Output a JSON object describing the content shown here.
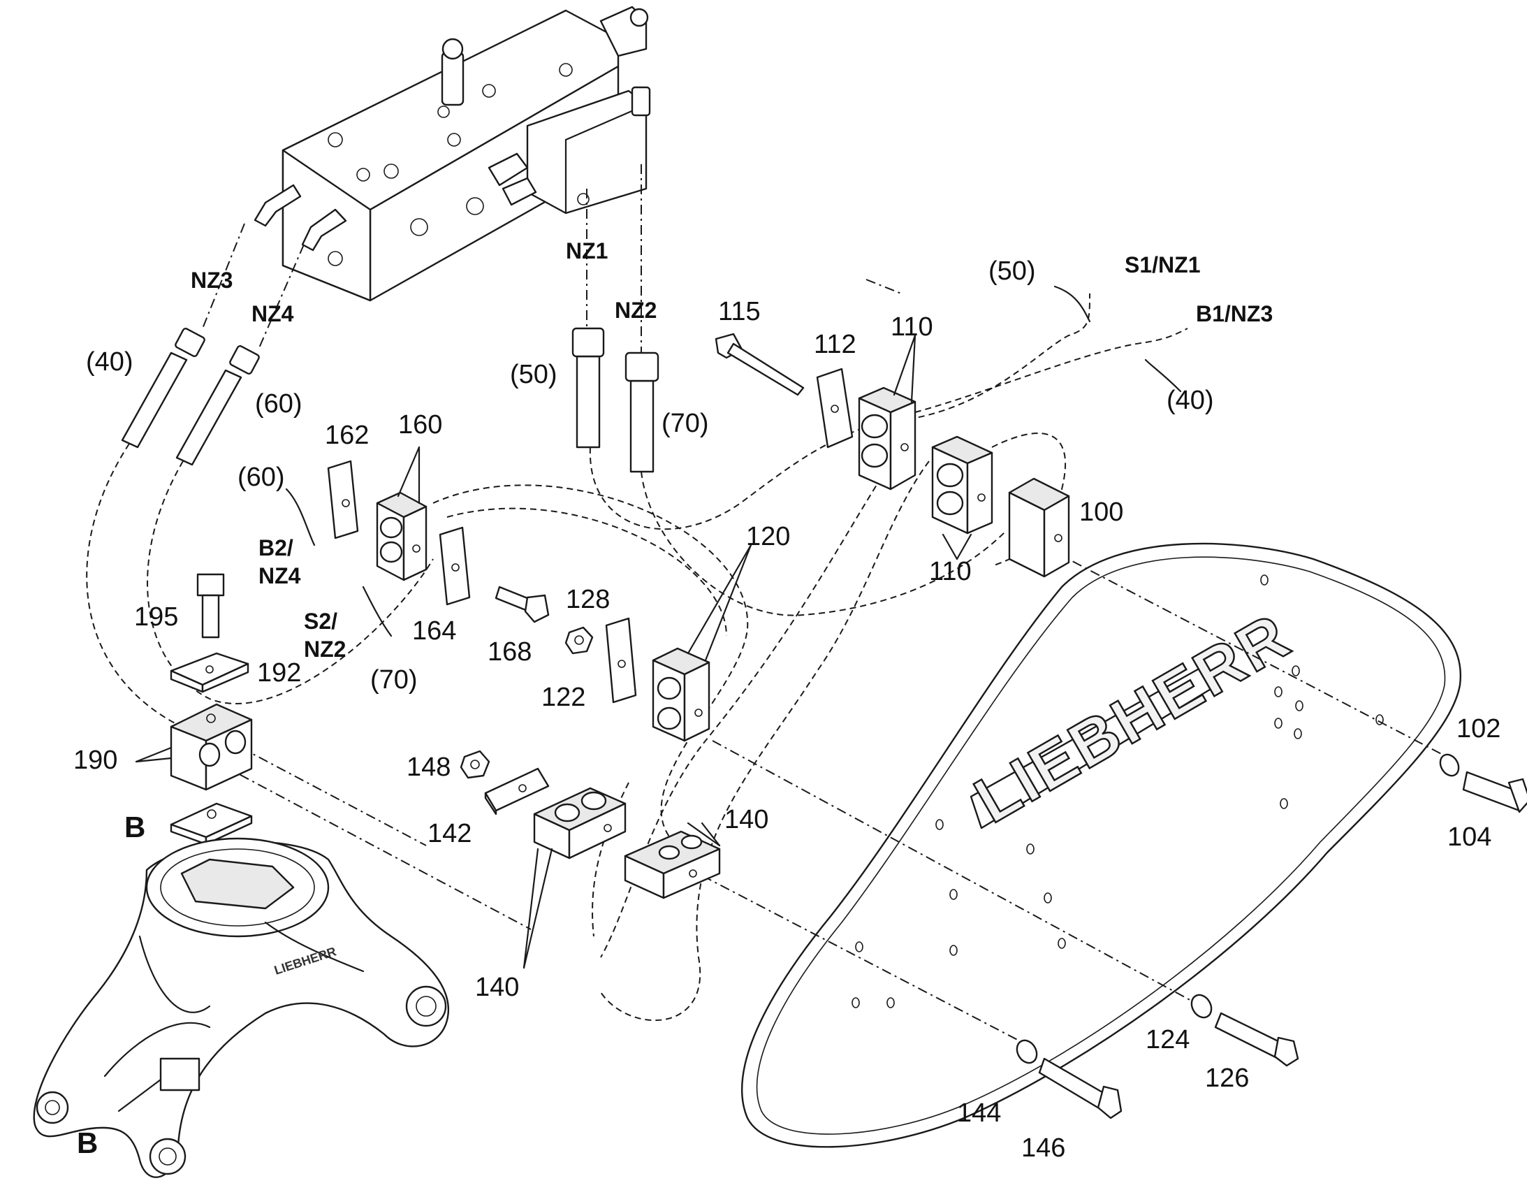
{
  "hose_codes": {
    "nz3": "NZ3",
    "nz4": "NZ4",
    "nz1": "NZ1",
    "nz2": "NZ2",
    "s1_nz1": "S1/NZ1",
    "b1_nz3": "B1/NZ3",
    "b2": "B2/",
    "nz4b": "NZ4",
    "s2": "S2/",
    "nz2b": "NZ2"
  },
  "hose_refs": {
    "r40_a": "(40)",
    "r60_a": "(60)",
    "r50_a": "(50)",
    "r70_a": "(70)",
    "r50_b": "(50)",
    "r40_b": "(40)",
    "r60_b": "(60)",
    "r70_b": "(70)"
  },
  "part_numbers": {
    "p100": "100",
    "p102": "102",
    "p104": "104",
    "p110_top": "110",
    "p110_bottom": "110",
    "p112": "112",
    "p115": "115",
    "p120": "120",
    "p122": "122",
    "p124": "124",
    "p126": "126",
    "p128": "128",
    "p140_right": "140",
    "p140_bottom": "140",
    "p142": "142",
    "p144": "144",
    "p146": "146",
    "p148": "148",
    "p160": "160",
    "p162": "162",
    "p164": "164",
    "p168": "168",
    "p190": "190",
    "p192": "192",
    "p195": "195"
  },
  "detail_marks": {
    "top": "B",
    "bottom": "B"
  },
  "logo": {
    "plate_text": "LIEBHERR",
    "frame_text": "LIEBHERR"
  }
}
